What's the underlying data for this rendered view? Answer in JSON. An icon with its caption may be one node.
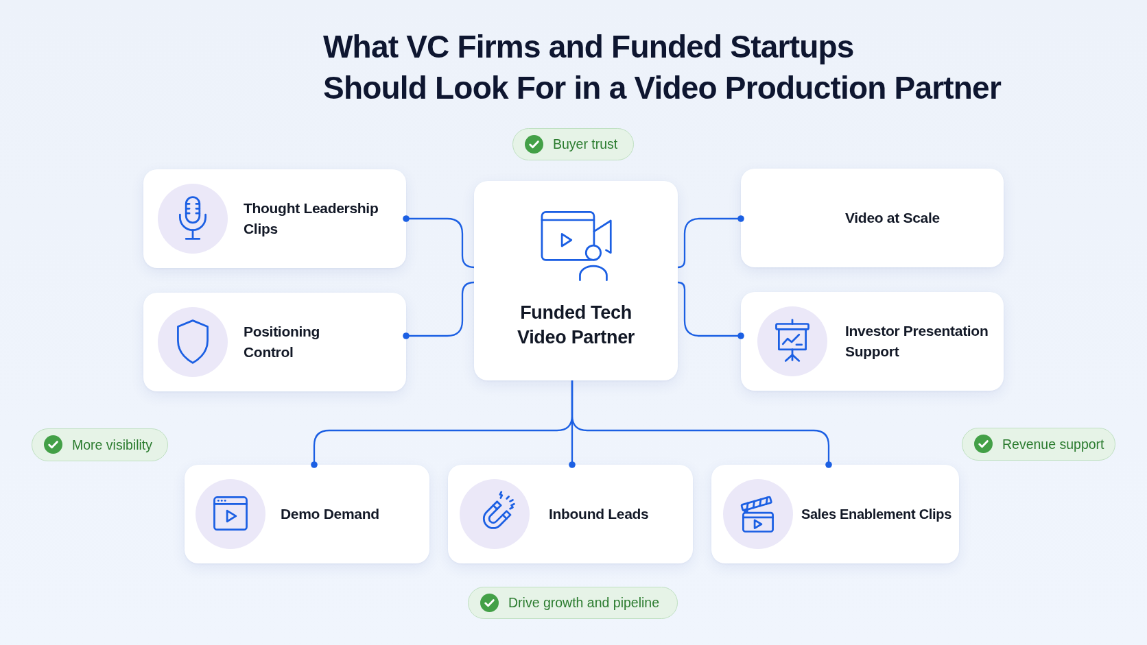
{
  "diagram": {
    "title": "What VC Firms and Funded Startups Should Look For in a Video Production Partner",
    "nodes": [
      {
        "text": [
          "Buyer trust"
        ]
      },
      {
        "text": [
          "Thought Leadership Clips"
        ]
      },
      {
        "text": [
          "Funded Tech Video Partner"
        ]
      },
      {
        "text": [
          "Video at Scale"
        ]
      },
      {
        "text": [
          "Positioning Control"
        ]
      },
      {
        "text": [
          "Investor Presentation Support"
        ]
      },
      {
        "text": [
          "More visibility"
        ]
      },
      {
        "text": [
          "Revenue support"
        ]
      },
      {
        "text": [
          "Demo Demand"
        ]
      },
      {
        "text": [
          "Inbound Leads"
        ]
      },
      {
        "text": [
          "Sales Enablement Clips"
        ]
      },
      {
        "text": [
          "Drive growth and pipeline"
        ]
      }
    ],
    "edges": [
      {
        "from": 2,
        "to": 1,
        "arrow": "other"
      },
      {
        "from": 2,
        "to": 3,
        "arrow": "other"
      },
      {
        "from": 2,
        "to": 4,
        "arrow": "other"
      },
      {
        "from": 2,
        "to": 5,
        "arrow": "other"
      },
      {
        "from": 2,
        "to": 8,
        "arrow": "other"
      },
      {
        "from": 2,
        "to": 9,
        "arrow": "other"
      },
      {
        "from": 2,
        "to": 10,
        "arrow": "other"
      }
    ]
  }
}
